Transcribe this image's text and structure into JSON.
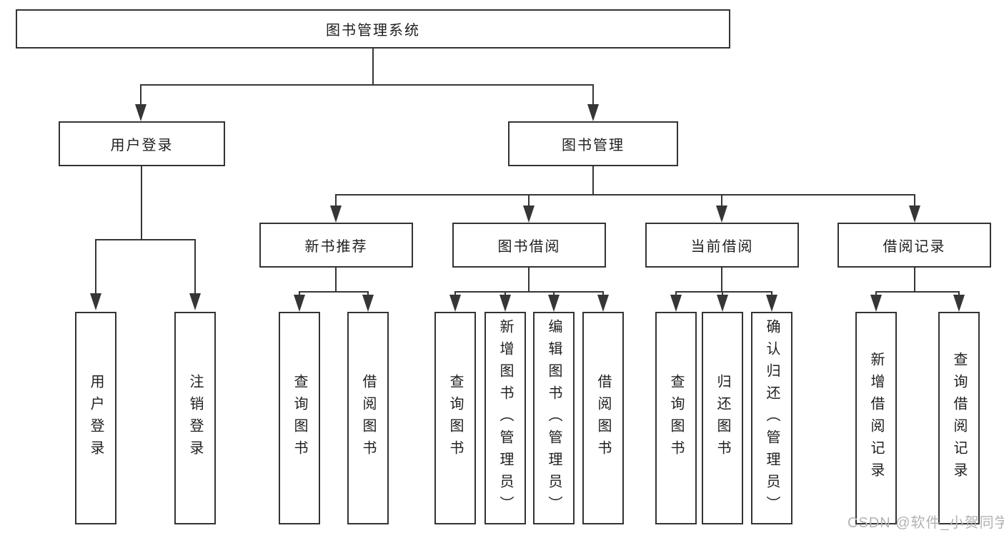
{
  "colors": {
    "line": "#363636",
    "box-border": "#333333",
    "box-fill": "#ffffff",
    "text": "#1f1f1f",
    "background": "#ffffff",
    "watermark": "#b5b1b1"
  },
  "tree": {
    "root": {
      "label": "图书管理系统"
    },
    "branches": [
      {
        "label": "用户登录",
        "leaves": [
          "用户登录",
          "注销登录"
        ]
      },
      {
        "label": "图书管理",
        "children": [
          {
            "label": "新书推荐",
            "leaves": [
              "查询图书",
              "借阅图书"
            ]
          },
          {
            "label": "图书借阅",
            "leaves": [
              "查询图书",
              "新增图书（管理员）",
              "编辑图书（管理员）",
              "借阅图书"
            ]
          },
          {
            "label": "当前借阅",
            "leaves": [
              "查询图书",
              "归还图书",
              "确认归还（管理员）"
            ]
          },
          {
            "label": "借阅记录",
            "leaves": [
              "新增借阅记录",
              "查询借阅记录"
            ]
          }
        ]
      }
    ]
  },
  "watermark": {
    "text": "CSDN @软件_小贺同学"
  }
}
